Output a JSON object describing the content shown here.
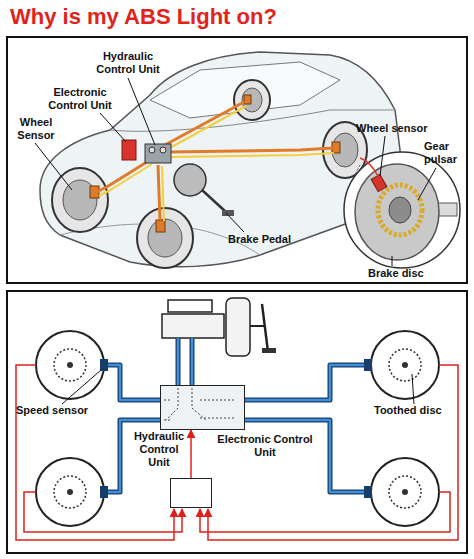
{
  "diagram": {
    "title": "Why is my ABS Light on?",
    "nodes": [
      {
        "text": [
          "Hydraulic Control Unit"
        ]
      },
      {
        "text": [
          "Electronic Control Unit"
        ]
      }
    ],
    "edges": [
      {
        "from": 1,
        "to": 0,
        "arrow": "to"
      }
    ],
    "labels": [
      "Hydraulic Control Unit",
      "Electronic Control Unit",
      "Wheel Sensor",
      "Wheel sensor",
      "Gear pulsar",
      "Brake Pedal",
      "Brake disc",
      "Speed sensor",
      "Toothed disc"
    ]
  }
}
